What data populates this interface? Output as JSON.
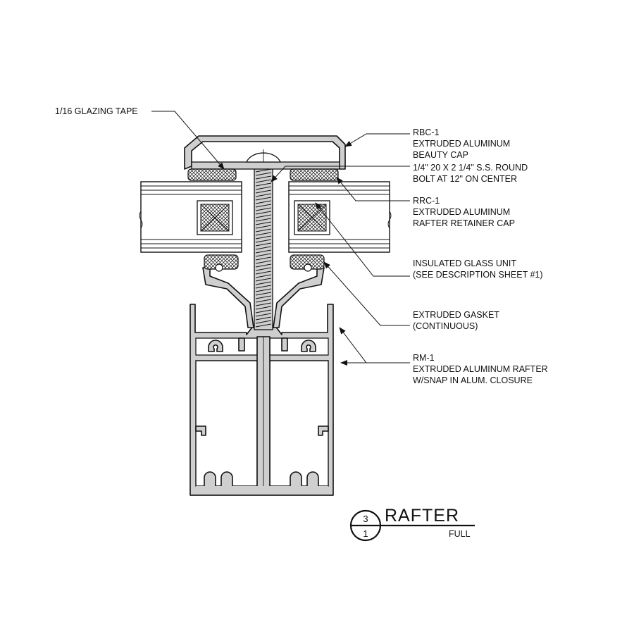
{
  "callouts": {
    "glazing_tape": "1/16 GLAZING TAPE",
    "beauty_cap": [
      "RBC-1",
      "EXTRUDED ALUMINUM",
      "BEAUTY CAP"
    ],
    "bolt": [
      "1/4\" 20 X 2 1/4\" S.S. ROUND",
      "BOLT AT 12\" ON CENTER"
    ],
    "retainer_cap": [
      "RRC-1",
      "EXTRUDED ALUMINUM",
      "RAFTER RETAINER CAP"
    ],
    "glass_unit": [
      "INSULATED GLASS UNIT",
      "(SEE DESCRIPTION SHEET #1)"
    ],
    "gasket": [
      "EXTRUDED GASKET",
      "(CONTINUOUS)"
    ],
    "rafter": [
      "RM-1",
      "EXTRUDED ALUMINUM RAFTER",
      "W/SNAP IN ALUM. CLOSURE"
    ]
  },
  "title_block": {
    "detail_number": "3",
    "sheet_number": "1",
    "title": "RAFTER",
    "scale": "FULL"
  }
}
